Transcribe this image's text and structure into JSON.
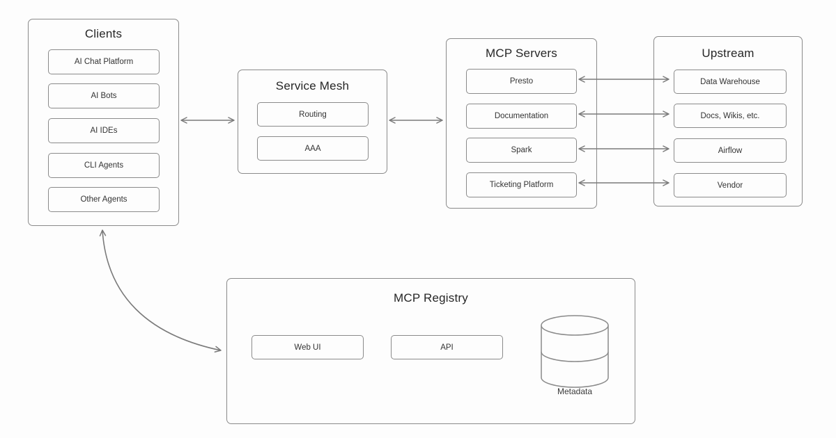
{
  "diagram": {
    "clients": {
      "title": "Clients",
      "items": [
        "AI Chat Platform",
        "AI Bots",
        "AI IDEs",
        "CLI Agents",
        "Other Agents"
      ]
    },
    "service_mesh": {
      "title": "Service Mesh",
      "items": [
        "Routing",
        "AAA"
      ]
    },
    "mcp_servers": {
      "title": "MCP Servers",
      "items": [
        "Presto",
        "Documentation",
        "Spark",
        "Ticketing Platform"
      ]
    },
    "upstream": {
      "title": "Upstream",
      "items": [
        "Data Warehouse",
        "Docs, Wikis, etc.",
        "Airflow",
        "Vendor"
      ]
    },
    "mcp_registry": {
      "title": "MCP Registry",
      "items": [
        "Web UI",
        "API"
      ],
      "database_label": "Metadata"
    },
    "connections": {
      "clients_service_mesh": "bidirectional",
      "service_mesh_mcp_servers": "bidirectional",
      "mcp_servers_upstream": "bidirectional-per-row",
      "clients_mcp_registry": "bidirectional-curved"
    },
    "colors": {
      "background": "#fdfdfd",
      "border": "#8a8a8a",
      "arrow": "#7a7a7a",
      "text": "#2d2d2d"
    }
  }
}
